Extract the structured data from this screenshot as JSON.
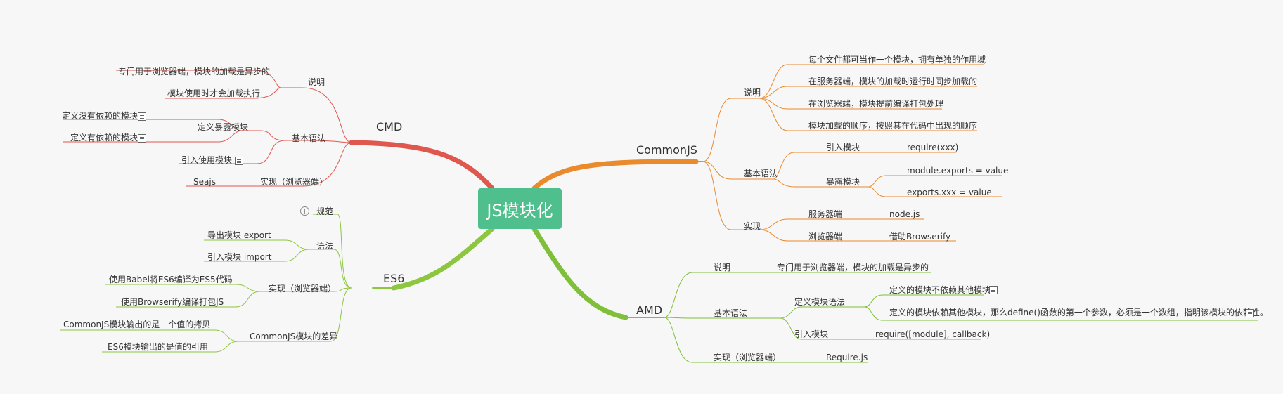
{
  "central": "JS模块化",
  "colors": {
    "cmd": "#e0574e",
    "commonjs": "#e98a2d",
    "es6": "#8dc63f",
    "amd": "#7fbf3a",
    "central": "#4fc08d"
  },
  "cmd": {
    "title": "CMD",
    "shuoming": "说明",
    "shuoming_items": [
      "专门用于浏览器端，模块的加载是异步的",
      "模块使用时才会加载执行"
    ],
    "yufa": "基本语法",
    "dingyi": "定义暴露模块",
    "dingyi_items": [
      "定义没有依赖的模块",
      "定义有依赖的模块"
    ],
    "yinru": "引入使用模块",
    "shixian": "实现（浏览器端）",
    "shixian_value": "Seajs"
  },
  "es6": {
    "title": "ES6",
    "guifan": "规范",
    "yufa": "语法",
    "yufa_items": [
      "导出模块 export",
      "引入模块 import"
    ],
    "shixian": "实现（浏览器端）",
    "shixian_items": [
      "使用Babel将ES6编译为ES5代码",
      "使用Browserify编译打包JS"
    ],
    "chayi": "CommonJS模块的差异",
    "chayi_items": [
      "CommonJS模块输出的是一个值的拷贝",
      "ES6模块输出的是值的引用"
    ]
  },
  "commonjs": {
    "title": "CommonJS",
    "shuoming": "说明",
    "shuoming_items": [
      "每个文件都可当作一个模块，拥有单独的作用域",
      "在服务器端，模块的加载时运行时同步加载的",
      "在浏览器端，模块提前编译打包处理",
      "模块加载的顺序，按照其在代码中出现的顺序"
    ],
    "yufa": "基本语法",
    "yinru": "引入模块",
    "yinru_value": "require(xxx)",
    "baolu": "暴露模块",
    "baolu_items": [
      "module.exports = value",
      "exports.xxx = value"
    ],
    "shixian": "实现",
    "fuwuqi": "服务器端",
    "fuwuqi_value": "node.js",
    "liulanqi": "浏览器端",
    "liulanqi_value": "借助Browserify"
  },
  "amd": {
    "title": "AMD",
    "shuoming": "说明",
    "shuoming_value": "专门用于浏览器端，模块的加载是异步的",
    "yufa": "基本语法",
    "dingyi": "定义模块语法",
    "dingyi_items": [
      "定义的模块不依赖其他模块",
      "定义的模块依赖其他模块，那么define()函数的第一个参数，必须是一个数组，指明该模块的依赖性。"
    ],
    "yinru": "引入模块",
    "yinru_value": "require([module], callback)",
    "shixian": "实现（浏览器端）",
    "shixian_value": "Require.js"
  }
}
